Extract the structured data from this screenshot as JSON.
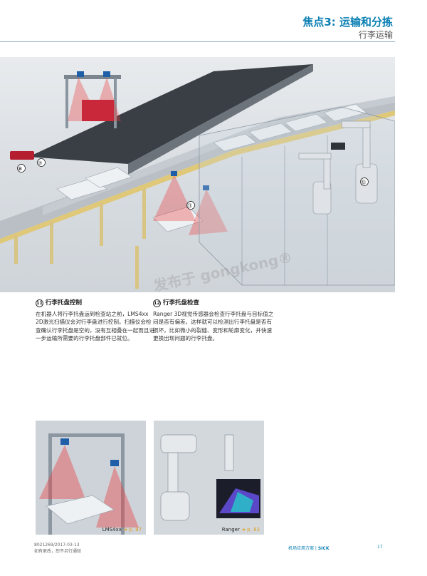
{
  "header": {
    "title": "焦点3: 运输和分拣",
    "subtitle": "行李运输"
  },
  "hero": {
    "markers": [
      "⑧",
      "⑦",
      "⑪",
      "⑫"
    ],
    "watermark": "发布于 gongkong®"
  },
  "sections": [
    {
      "number": "11",
      "title": "行李托盘控制",
      "body": "在机器人将行李托盘运到检查站之前，LMS4xx 2D激光扫描仪会对行李盘进行控制。扫描仪会检查确认行李托盘是空的，没有互相叠在一起而且进一步运输所需要的行李托盘部件已就位。"
    },
    {
      "number": "12",
      "title": "行李托盘检查",
      "body": "Ranger 3D视觉传感器会检查行李托盘与目标值之间是否有偏差。这样就可以检测出行李托盘是否有损坏，比如微小的裂缝、变形和轮廓变化，并快速更换出现问题的行李托盘。"
    }
  ],
  "thumbnails": [
    {
      "product": "LMS4xx",
      "ref": "➜ p. 87"
    },
    {
      "product": "Ranger",
      "ref": "➜ p. 83"
    }
  ],
  "footer": {
    "doc_id": "8021269/2017-03-13",
    "notice": "如有更改，恕不另行通知",
    "section_label": "机场应用方案",
    "brand": "SICK",
    "page": "17"
  }
}
